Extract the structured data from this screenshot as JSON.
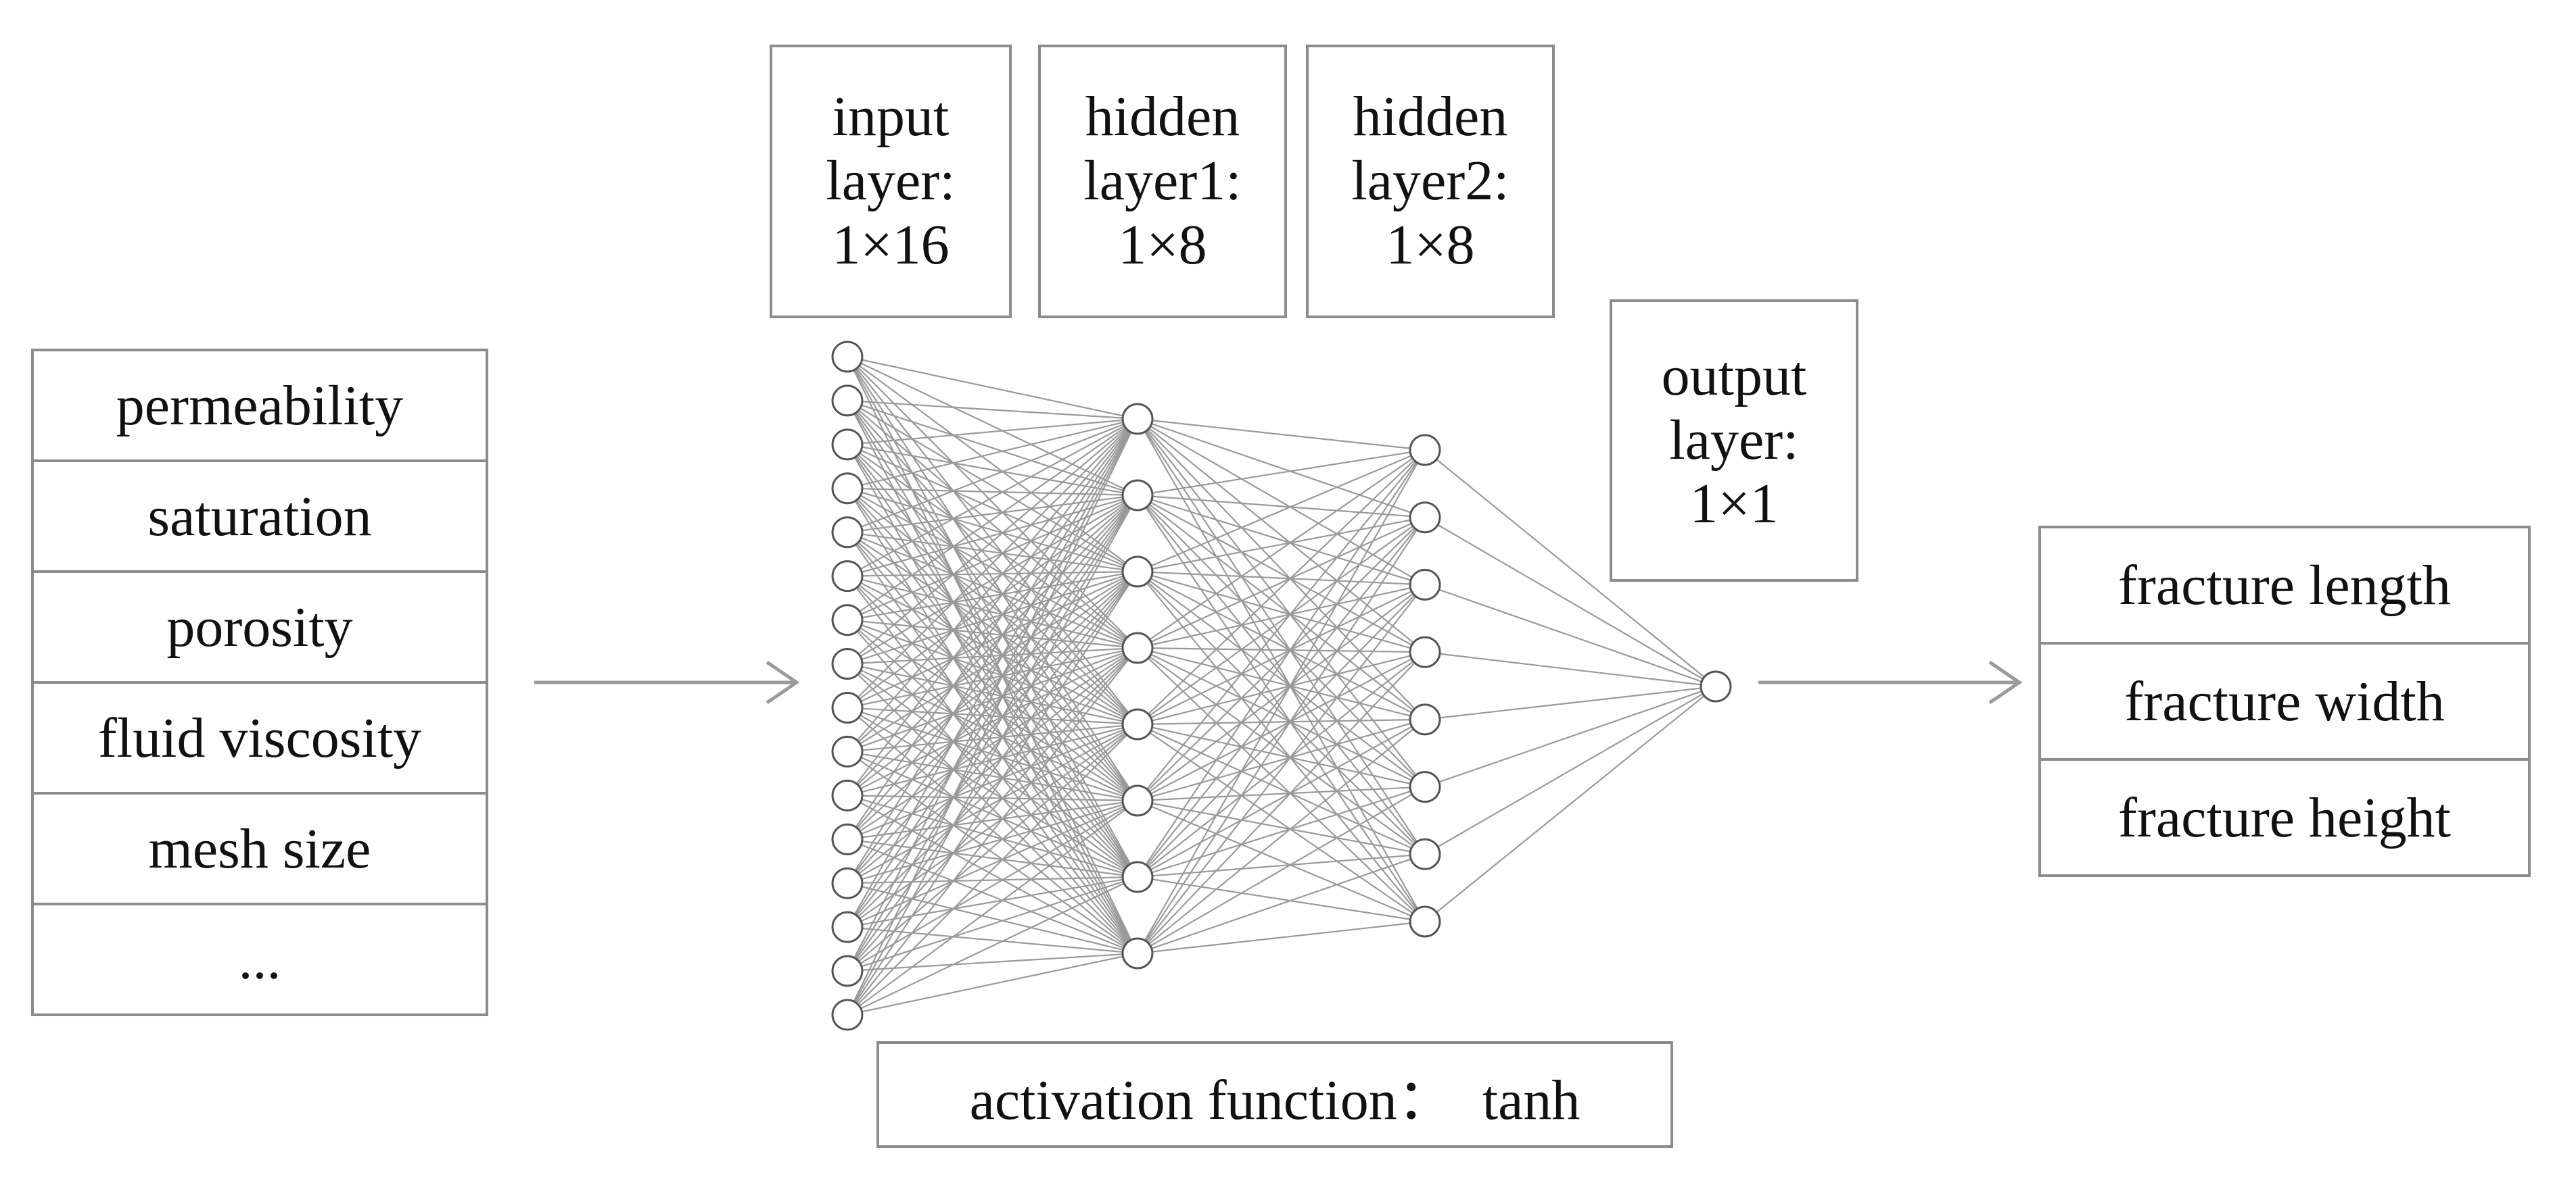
{
  "inputs": {
    "items": [
      "permeability",
      "saturation",
      "porosity",
      "fluid viscosity",
      "mesh size",
      "..."
    ]
  },
  "layers": [
    {
      "line1": "input",
      "line2": "layer:",
      "line3": "1×16",
      "nodes": 16
    },
    {
      "line1": "hidden",
      "line2": "layer1:",
      "line3": "1×8",
      "nodes": 8
    },
    {
      "line1": "hidden",
      "line2": "layer2:",
      "line3": "1×8",
      "nodes": 8
    },
    {
      "line1": "output",
      "line2": "layer:",
      "line3": "1×1",
      "nodes": 1
    }
  ],
  "activation": {
    "label": "activation function：  tanh"
  },
  "outputs": {
    "items": [
      "fracture length",
      "fracture width",
      "fracture height"
    ]
  },
  "colors": {
    "border": "#8c8c8c",
    "edge": "#9a9a9a",
    "node_stroke": "#555555",
    "arrow": "#9a9a9a"
  }
}
